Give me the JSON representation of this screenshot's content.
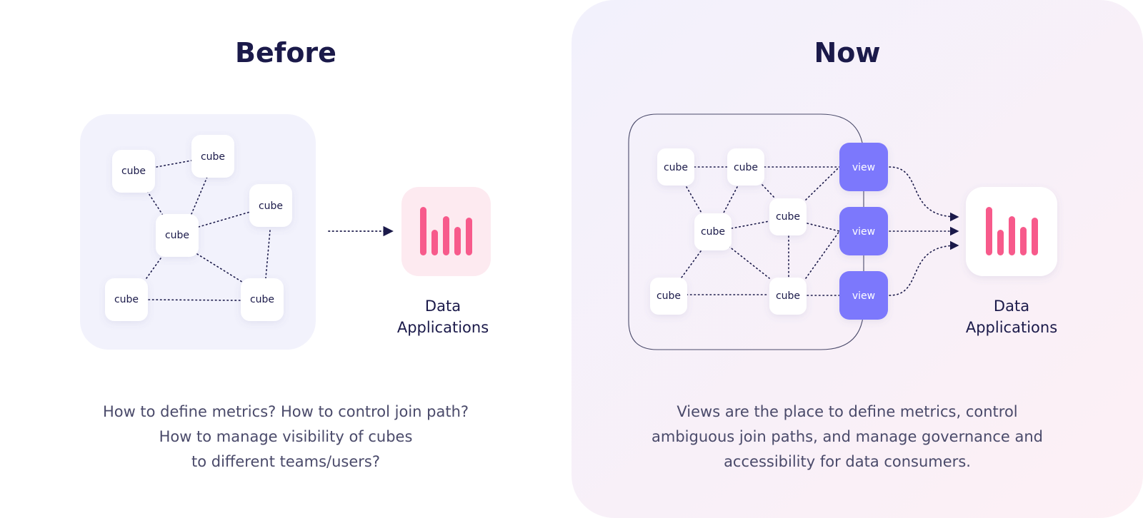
{
  "before": {
    "title": "Before",
    "node_label": "cube",
    "app_label_line1": "Data",
    "app_label_line2": "Applications",
    "caption_lines": [
      "How to define metrics? How to control join path?",
      "How to manage visibility of cubes",
      "to different teams/users?"
    ]
  },
  "now": {
    "title": "Now",
    "node_label": "cube",
    "view_label": "view",
    "app_label_line1": "Data",
    "app_label_line2": "Applications",
    "caption_lines": [
      "Views are the place to define metrics, control",
      "ambiguous join paths, and manage governance and",
      "accessibility for data consumers."
    ]
  },
  "colors": {
    "heading": "#1b1a4a",
    "view_fill": "#7b78fc",
    "chart_icon": "#f75a8b",
    "before_panel": "#f2f2fc",
    "app_tile_before": "#fdeaf0"
  },
  "icons": [
    "bar-chart-icon",
    "arrow-right-icon"
  ]
}
